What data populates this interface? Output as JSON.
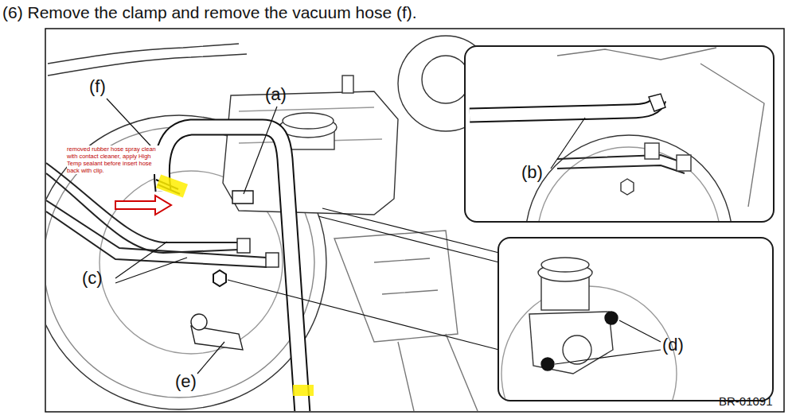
{
  "diagram": {
    "title": "(6) Remove the clamp and remove the vacuum hose (f).",
    "nodes": [
      {
        "text": [
          "(b)"
        ]
      },
      {
        "text": [
          "(d)"
        ]
      }
    ],
    "labels": [
      "(f)",
      "(a)",
      "removed rubber hose spray clean with contact cleaner, apply High Temp sealant before insert hose back with clip.",
      "(c)",
      "(e)",
      "BR-01091"
    ]
  }
}
